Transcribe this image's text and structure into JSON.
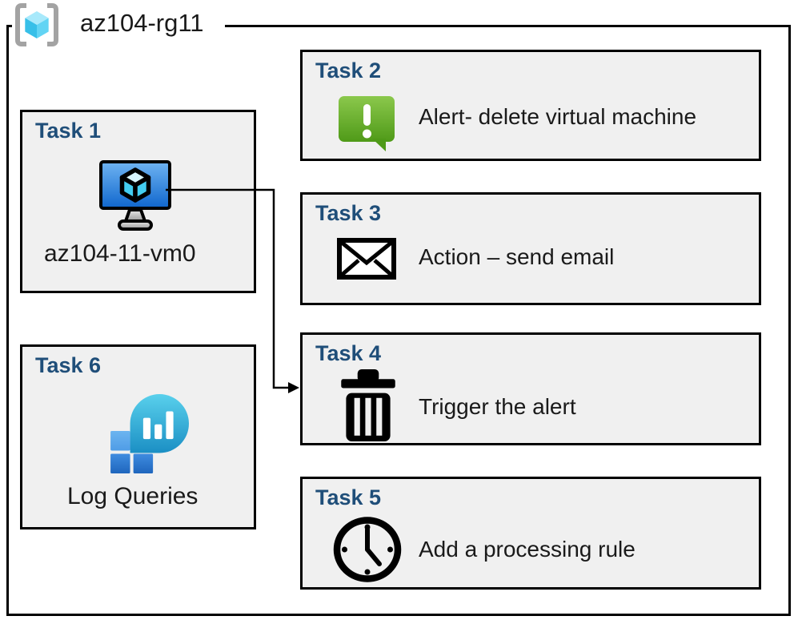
{
  "resource_group": {
    "name": "az104-rg11",
    "icon": "resource-group-icon"
  },
  "tasks": {
    "task1": {
      "heading": "Task 1",
      "label": "az104-11-vm0",
      "icon": "virtual-machine-icon"
    },
    "task2": {
      "heading": "Task 2",
      "label": "Alert- delete virtual machine",
      "icon": "alert-icon"
    },
    "task3": {
      "heading": "Task 3",
      "label": "Action – send email",
      "icon": "email-icon"
    },
    "task4": {
      "heading": "Task 4",
      "label": "Trigger the alert",
      "icon": "trash-icon"
    },
    "task5": {
      "heading": "Task 5",
      "label": "Add a processing rule",
      "icon": "clock-icon"
    },
    "task6": {
      "heading": "Task 6",
      "label": "Log Queries",
      "icon": "log-analytics-icon"
    }
  },
  "connector": {
    "from": "Task 1 virtual machine",
    "to": "Task 4 trigger the alert"
  },
  "colors": {
    "heading_navy": "#1F4E79",
    "box_fill": "#F0F0F0",
    "border_black": "#000000",
    "alert_green": "#6FB52C",
    "vm_screen_blue": "#2E86E0",
    "log_teal": "#29A7D4",
    "log_square_blue": "#2E7FD6",
    "rg_cube_cyan": "#45C6EE",
    "bracket_gray": "#A3A3A3"
  }
}
